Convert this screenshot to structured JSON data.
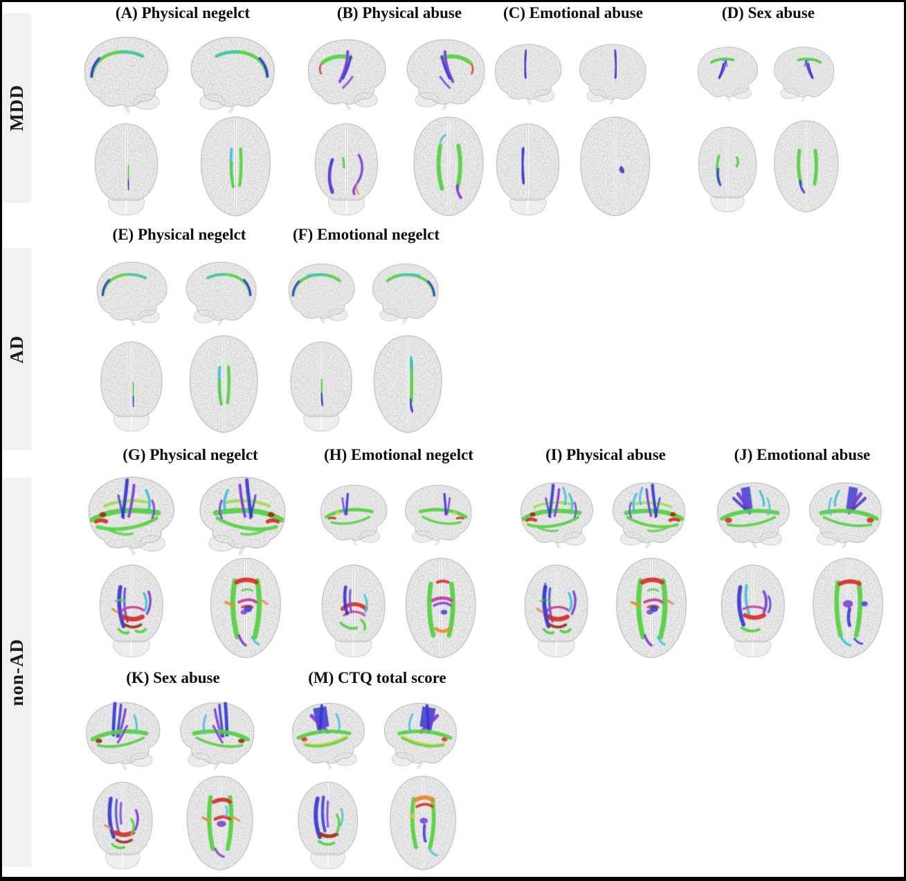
{
  "figure": {
    "rows": [
      {
        "id": "mdd",
        "label": "MDD"
      },
      {
        "id": "ad",
        "label": "AD"
      },
      {
        "id": "nonad",
        "label": "non-AD"
      }
    ],
    "panels": [
      {
        "letter": "A",
        "title": "(A) Physical negelct",
        "row": "MDD",
        "profile": "cingulum"
      },
      {
        "letter": "B",
        "title": "(B) Physical abuse",
        "row": "MDD",
        "profile": "physAbuse"
      },
      {
        "letter": "C",
        "title": "(C) Emotional abuse",
        "row": "MDD",
        "profile": "blueStreak"
      },
      {
        "letter": "D",
        "title": "(D) Sex abuse",
        "row": "MDD",
        "profile": "sexMdd"
      },
      {
        "letter": "E",
        "title": "(E) Physical negelct",
        "row": "AD",
        "profile": "cingulum"
      },
      {
        "letter": "F",
        "title": "(F) Emotional negelct",
        "row": "AD",
        "profile": "cingulumLong"
      },
      {
        "letter": "G",
        "title": "(G) Physical negelct",
        "row": "non-AD",
        "profile": "richG"
      },
      {
        "letter": "H",
        "title": "(H) Emotional negelct",
        "row": "non-AD",
        "profile": "richH"
      },
      {
        "letter": "I",
        "title": "(I) Physical abuse",
        "row": "non-AD",
        "profile": "richI"
      },
      {
        "letter": "J",
        "title": "(J) Emotional abuse",
        "row": "non-AD",
        "profile": "richJ"
      },
      {
        "letter": "K",
        "title": "(K) Sex abuse",
        "row": "non-AD",
        "profile": "richK"
      },
      {
        "letter": "M",
        "title": "(M) CTQ total score",
        "row": "non-AD",
        "profile": "richM"
      }
    ],
    "views_per_panel": [
      "sagittal-left",
      "sagittal-right",
      "axial-posterior",
      "axial-superior"
    ],
    "palette": {
      "green": "#53d13e",
      "lime": "#9ade3b",
      "teal": "#3fbfd4",
      "blue": "#3636cf",
      "purple": "#7a3ad4",
      "magenta": "#c03a9b",
      "red": "#d03226",
      "darkred": "#9c2a1a",
      "orange": "#e78a2e",
      "yellow": "#d8cf3a"
    },
    "colors": {
      "background": "#ffffff",
      "frame": "#000000",
      "label_strip": "#f1f1f1",
      "title_text": "#0d0d0d",
      "brain_tissue": "#d9d9d9"
    }
  }
}
